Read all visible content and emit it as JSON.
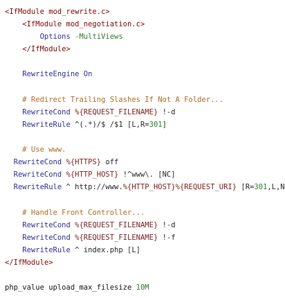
{
  "code": {
    "lines": [
      [
        {
          "t": "<IfModule mod_rewrite.c>",
          "c": "tag"
        }
      ],
      [
        {
          "t": "    <IfModule mod_negotiation.c>",
          "c": "tag"
        }
      ],
      [
        {
          "t": "        Options ",
          "c": "dir"
        },
        {
          "t": "-MultiViews",
          "c": "opt"
        }
      ],
      [
        {
          "t": "    </IfModule>",
          "c": "tag"
        }
      ],
      [
        {
          "t": "",
          "c": "plain"
        }
      ],
      [
        {
          "t": "    RewriteEngine On",
          "c": "dir"
        }
      ],
      [
        {
          "t": "",
          "c": "plain"
        }
      ],
      [
        {
          "t": "    # Redirect Trailing Slashes If Not A Folder...",
          "c": "cmt"
        }
      ],
      [
        {
          "t": "    RewriteCond ",
          "c": "dir"
        },
        {
          "t": "%{REQUEST_FILENAME}",
          "c": "var"
        },
        {
          "t": " !-d",
          "c": "val"
        }
      ],
      [
        {
          "t": "    RewriteRule ",
          "c": "dir"
        },
        {
          "t": "^(.*)/$ /$1 [L,R=",
          "c": "val"
        },
        {
          "t": "301",
          "c": "num"
        },
        {
          "t": "]",
          "c": "val"
        }
      ],
      [
        {
          "t": "",
          "c": "plain"
        }
      ],
      [
        {
          "t": "    # Use www.",
          "c": "cmt"
        }
      ],
      [
        {
          "t": "  RewriteCond ",
          "c": "dir"
        },
        {
          "t": "%{HTTPS}",
          "c": "var"
        },
        {
          "t": " off",
          "c": "val"
        }
      ],
      [
        {
          "t": "  RewriteCond ",
          "c": "dir"
        },
        {
          "t": "%{HTTP_HOST}",
          "c": "var"
        },
        {
          "t": " !^www\\. [NC]",
          "c": "val"
        }
      ],
      [
        {
          "t": "  RewriteRule ",
          "c": "dir"
        },
        {
          "t": "^ http://www.",
          "c": "val"
        },
        {
          "t": "%{HTTP_HOST}%{REQUEST_URI}",
          "c": "var"
        },
        {
          "t": " [R=",
          "c": "val"
        },
        {
          "t": "301",
          "c": "num"
        },
        {
          "t": ",L,NE]",
          "c": "val"
        }
      ],
      [
        {
          "t": "",
          "c": "plain"
        }
      ],
      [
        {
          "t": "    # Handle Front Controller...",
          "c": "cmt"
        }
      ],
      [
        {
          "t": "    RewriteCond ",
          "c": "dir"
        },
        {
          "t": "%{REQUEST_FILENAME}",
          "c": "var"
        },
        {
          "t": " !-d",
          "c": "val"
        }
      ],
      [
        {
          "t": "    RewriteCond ",
          "c": "dir"
        },
        {
          "t": "%{REQUEST_FILENAME}",
          "c": "var"
        },
        {
          "t": " !-f",
          "c": "val"
        }
      ],
      [
        {
          "t": "    RewriteRule ",
          "c": "dir"
        },
        {
          "t": "^ index.php [L]",
          "c": "val"
        }
      ],
      [
        {
          "t": "</IfModule>",
          "c": "tag"
        }
      ],
      [
        {
          "t": "",
          "c": "plain"
        }
      ],
      [
        {
          "t": "php_value upload_max_filesize ",
          "c": "plain"
        },
        {
          "t": "10M",
          "c": "num"
        }
      ]
    ]
  }
}
